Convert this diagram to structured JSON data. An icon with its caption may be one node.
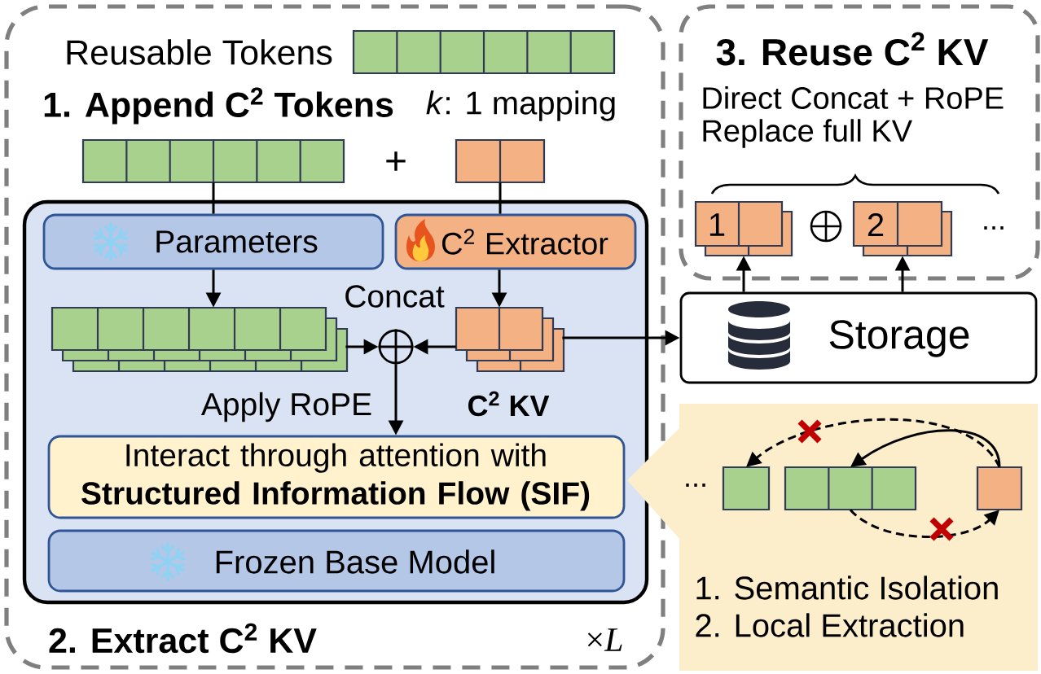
{
  "diagram": {
    "nodes": [
      {
        "text": [
          "1. Append C$^{2}$ Tokens"
        ]
      },
      {
        "text": [],
        "shape": "bar",
        "beside": [
          "Reusable Tokens"
        ],
        "in": 0
      },
      {
        "text": [],
        "shape": "bar",
        "in": 0
      },
      {
        "text": [],
        "shape": "bar",
        "in": 0
      },
      {
        "text": [
          "2. Extract C$^{2}$ KV"
        ],
        "beside": [
          "×*L*"
        ],
        "in": 0
      },
      {
        "text": [
          "Parameters"
        ],
        "in": 4
      },
      {
        "text": [
          "C$^{2}$ Extractor"
        ],
        "in": 4
      },
      {
        "text": [],
        "shape": "bar",
        "in": 4
      },
      {
        "text": [],
        "shape": "circle",
        "beside": [
          "Concat"
        ],
        "in": 4
      },
      {
        "text": [],
        "shape": "bar",
        "beside": [
          "C$^{2}$ KV"
        ],
        "in": 4
      },
      {
        "text": [
          "Interact through attention with **Structured Information Flow (SIF)**"
        ],
        "in": 4
      },
      {
        "text": [
          "Frozen Base Model"
        ],
        "in": 4
      },
      {
        "text": [
          "3. Reuse C$^{2}$ KV",
          "Direct Concat + RoPE",
          "Replace full KV"
        ]
      },
      {
        "text": [
          "1"
        ],
        "in": 12
      },
      {
        "text": [
          "2"
        ],
        "in": 12
      },
      {
        "text": [
          "Storage"
        ]
      },
      {
        "text": [
          "1. Semantic Isolation",
          "2. Local Extraction"
        ]
      },
      {
        "text": [],
        "shape": "box",
        "in": 16
      },
      {
        "text": [],
        "shape": "bar",
        "in": 16
      },
      {
        "text": [],
        "shape": "box",
        "in": 16
      }
    ],
    "edges": [
      {
        "from": 2,
        "to": 5,
        "arrow": "none"
      },
      {
        "from": 3,
        "to": 6,
        "arrow": "none"
      },
      {
        "from": 5,
        "to": 7,
        "arrow": "to"
      },
      {
        "from": 6,
        "to": 9,
        "arrow": "to"
      },
      {
        "from": 7,
        "to": 8,
        "arrow": "to"
      },
      {
        "from": 9,
        "to": 8,
        "arrow": "to"
      },
      {
        "from": 9,
        "to": 15,
        "arrow": "to"
      },
      {
        "from": 8,
        "to": 10,
        "arrow": "to",
        "label": "Apply RoPE"
      },
      {
        "from": 15,
        "to": 13,
        "arrow": "to"
      },
      {
        "from": 15,
        "to": 14,
        "arrow": "to"
      },
      {
        "from": 19,
        "to": 18,
        "arrow": "to"
      },
      {
        "from": 19,
        "to": 17,
        "arrow": "to",
        "style": "dashed"
      },
      {
        "from": 18,
        "to": 19,
        "arrow": "to",
        "style": "dashed"
      }
    ],
    "labels": [
      "*k*: 1 mapping",
      "+",
      "...",
      "..."
    ]
  }
}
